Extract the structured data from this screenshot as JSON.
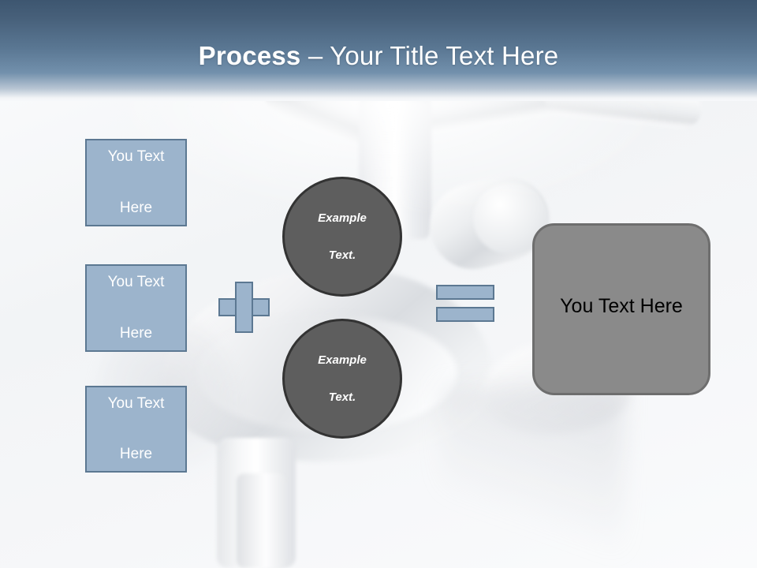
{
  "slide": {
    "title": {
      "bold_part": "Process",
      "rest_part": " – Your Title Text Here"
    },
    "header_gradient_top": "#3d5670",
    "header_gradient_bottom": "#f7f8fa"
  },
  "inputs": {
    "accent_fill": "#9cb4cc",
    "accent_border": "#5c7892",
    "boxes": [
      {
        "line1": "You Text",
        "line2": "Here"
      },
      {
        "line1": "You Text",
        "line2": "Here"
      },
      {
        "line1": "You Text",
        "line2": "Here"
      }
    ]
  },
  "operators": {
    "plus": "+",
    "equals": "="
  },
  "circles": {
    "fill": "#5e5e5e",
    "border": "#333333",
    "items": [
      {
        "line1": "Example",
        "line2": "Text."
      },
      {
        "line1": "Example",
        "line2": "Text."
      }
    ]
  },
  "result": {
    "fill": "#8a8a8a",
    "border": "#6e6e6e",
    "label": "You Text Here"
  }
}
